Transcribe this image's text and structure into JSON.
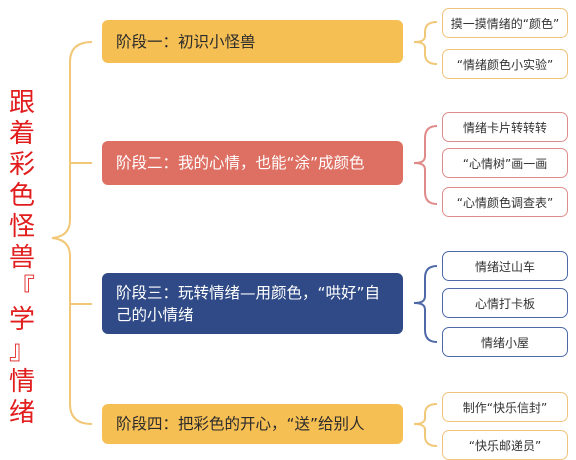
{
  "diagram": {
    "root": "跟着彩色怪兽『学』情绪",
    "stages": [
      {
        "label": "阶段一：初识小怪兽",
        "color": "#f5bf54",
        "children": [
          "摸一摸情绪的“颜色”",
          "“情绪颜色小实验”"
        ]
      },
      {
        "label": "阶段二：我的心情，也能“涂”成颜色",
        "color": "#de7063",
        "children": [
          "情绪卡片转转转",
          "“心情树”画一画",
          "“心情颜色调查表”"
        ]
      },
      {
        "label": "阶段三：玩转情绪—用颜色，“哄好”自己的小情绪",
        "color": "#2f4a86",
        "children": [
          "情绪过山车",
          "心情打卡板",
          "情绪小屋"
        ]
      },
      {
        "label": "阶段四：把彩色的开心，“送”给别人",
        "color": "#f5bf54",
        "children": [
          "制作“快乐信封”",
          "“快乐邮递员”"
        ]
      }
    ]
  },
  "colors": {
    "title_red": "#e11d1d",
    "bracket_yellow": "#f1c778",
    "bracket_red": "#de8b8a",
    "bracket_blue": "#4e68a8"
  }
}
